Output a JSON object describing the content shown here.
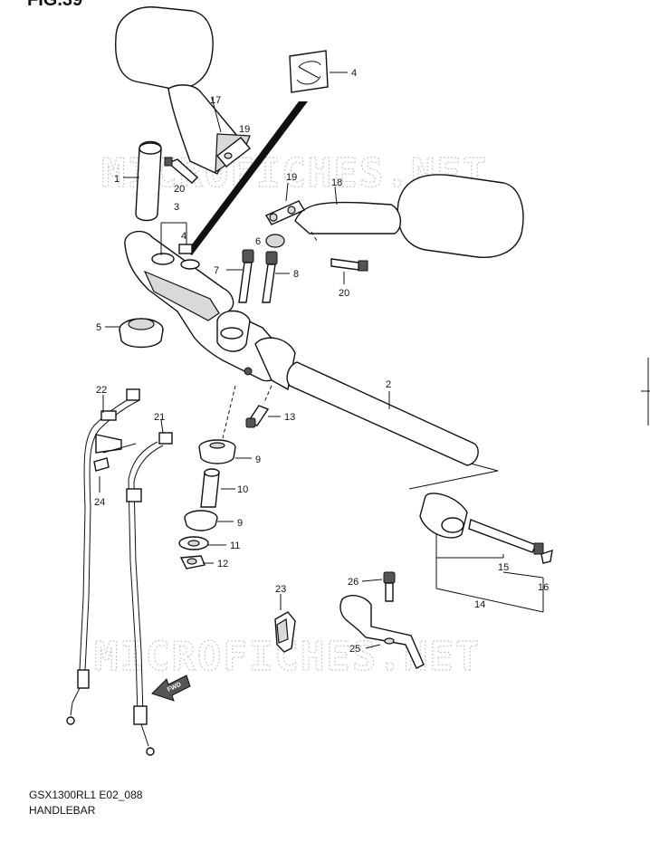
{
  "figure": {
    "title": "FIG.39"
  },
  "watermark": {
    "text": "MICROFICHES.NET"
  },
  "footer": {
    "model_code": "GSX1300RL1 E02_088",
    "caption": "HANDLEBAR"
  },
  "direction_marker": {
    "text": "FWD"
  },
  "callouts": {
    "c1": "1",
    "c2": "2",
    "c3": "3",
    "c4a": "4",
    "c4b": "4",
    "c5": "5",
    "c6": "6",
    "c7": "7",
    "c8": "8",
    "c9a": "9",
    "c9b": "9",
    "c10": "10",
    "c11": "11",
    "c12": "12",
    "c13": "13",
    "c14": "14",
    "c15": "15",
    "c16": "16",
    "c17": "17",
    "c18": "18",
    "c19a": "19",
    "c19b": "19",
    "c20a": "20",
    "c20b": "20",
    "c21": "21",
    "c22": "22",
    "c23": "23",
    "c24": "24",
    "c25": "25",
    "c26": "26"
  }
}
